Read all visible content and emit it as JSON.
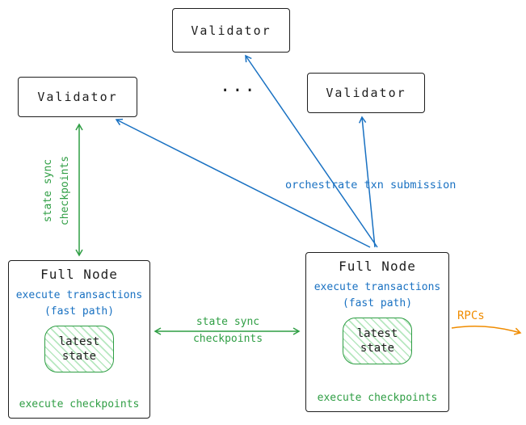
{
  "validators": {
    "top": {
      "label": "Validator"
    },
    "left": {
      "label": "Validator"
    },
    "right": {
      "label": "Validator"
    }
  },
  "ellipsis": "...",
  "nodes": {
    "left": {
      "title": "Full Node",
      "exec_line1": "execute transactions",
      "exec_line2": "(fast path)",
      "state_line1": "latest",
      "state_line2": "state",
      "footer": "execute checkpoints"
    },
    "right": {
      "title": "Full Node",
      "exec_line1": "execute transactions",
      "exec_line2": "(fast path)",
      "state_line1": "latest",
      "state_line2": "state",
      "footer": "execute checkpoints"
    }
  },
  "edges": {
    "state_sync_vertical": {
      "line1": "state sync",
      "line2": "checkpoints"
    },
    "state_sync_horizontal": {
      "line1": "state sync",
      "line2": "checkpoints"
    },
    "orchestrate": {
      "label": "orchestrate txn submission"
    },
    "rpcs": {
      "label": "RPCs"
    }
  },
  "colors": {
    "ink": "#1e1e1e",
    "green": "#2f9e44",
    "blue": "#1971c2",
    "orange": "#f08c00"
  }
}
